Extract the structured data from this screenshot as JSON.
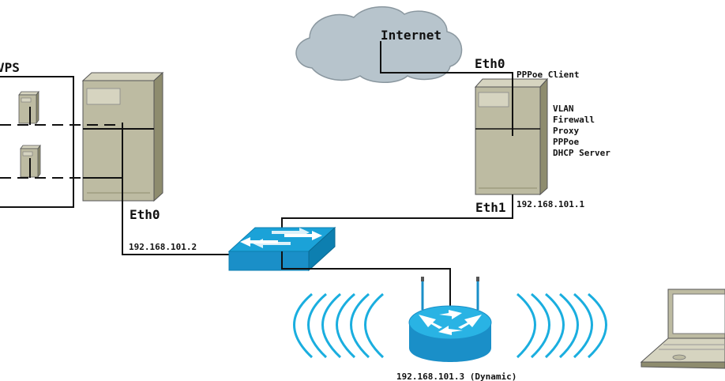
{
  "labels": {
    "vps": "VPS",
    "internet": "Internet",
    "eth0_right": "Eth0",
    "pppoe_client": "PPPoe Client",
    "services": [
      "VLAN",
      "Firewall",
      "Proxy",
      "PPPoe",
      "DHCP Server"
    ],
    "eth1": "Eth1",
    "ip_gateway": "192.168.101.1",
    "eth0_left": "Eth0",
    "ip_server": "192.168.101.2",
    "ip_ap": "192.168.101.3 (Dynamic)"
  },
  "colors": {
    "server_body": "#bdbba2",
    "server_side": "#8e8c6e",
    "server_top": "#d6d4c0",
    "cloud": "#b7c4cc",
    "device_blue": "#1ba2d8",
    "device_blue_dark": "#0d7fb0",
    "wave": "#1aaedf",
    "line": "#111111"
  },
  "icons": [
    "cloud-icon",
    "server-icon",
    "switch-icon",
    "wireless-router-icon",
    "laptop-icon",
    "wifi-waves-icon"
  ]
}
